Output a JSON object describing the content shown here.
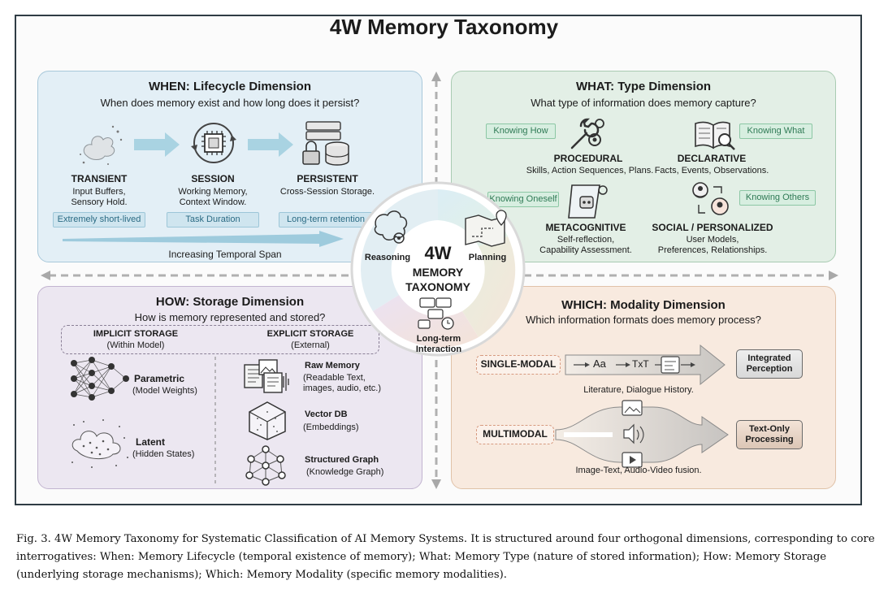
{
  "title": "4W Memory Taxonomy",
  "when": {
    "title": "WHEN: Lifecycle Dimension",
    "subtitle": "When does memory exist and how long does it persist?",
    "items": [
      {
        "name": "TRANSIENT",
        "desc1": "Input Buffers,",
        "desc2": "Sensory Hold.",
        "tag": "Extremely short-lived"
      },
      {
        "name": "SESSION",
        "desc1": "Working Memory,",
        "desc2": "Context Window.",
        "tag": "Task Duration"
      },
      {
        "name": "PERSISTENT",
        "desc1": "Cross-Session Storage.",
        "desc2": "",
        "tag": "Long-term retention"
      }
    ],
    "span_label": "Increasing Temporal Span"
  },
  "what": {
    "title": "WHAT: Type Dimension",
    "subtitle": "What type of information does memory capture?",
    "procedural": {
      "tag": "Knowing How",
      "name": "PROCEDURAL",
      "desc": "Skills, Action Sequences, Plans."
    },
    "declarative": {
      "tag": "Knowing What",
      "name": "DECLARATIVE",
      "desc": "Facts, Events, Observations."
    },
    "metacognitive": {
      "tag": "Knowing Oneself",
      "name": "METACOGNITIVE",
      "desc1": "Self-reflection,",
      "desc2": "Capability Assessment."
    },
    "social": {
      "tag": "Knowing Others",
      "name": "SOCIAL / PERSONALIZED",
      "desc1": "User Models,",
      "desc2": "Preferences, Relationships."
    }
  },
  "how": {
    "title": "HOW: Storage Dimension",
    "subtitle": "How is memory represented and stored?",
    "implicit": {
      "title": "IMPLICIT STORAGE",
      "sub": "(Within Model)"
    },
    "explicit": {
      "title": "EXPLICIT STORAGE",
      "sub": "(External)"
    },
    "parametric": {
      "name": "Parametric",
      "desc": "(Model Weights)"
    },
    "latent": {
      "name": "Latent",
      "desc": "(Hidden States)"
    },
    "raw": {
      "name": "Raw Memory",
      "desc1": "(Readable Text,",
      "desc2": "images, audio, etc.)"
    },
    "vector": {
      "name": "Vector DB",
      "desc": "(Embeddings)"
    },
    "graph": {
      "name": "Structured Graph",
      "desc": "(Knowledge Graph)"
    }
  },
  "which": {
    "title": "WHICH: Modality Dimension",
    "subtitle": "Which information formats does memory process?",
    "single": {
      "label": "SINGLE-MODAL",
      "aa": "Aa",
      "txt": "TxT",
      "output1": "Integrated",
      "output2": "Perception",
      "desc": "Literature, Dialogue History."
    },
    "multi": {
      "label": "MULTIMODAL",
      "output1": "Text-Only",
      "output2": "Processing",
      "desc": "Image-Text, Audio-Video fusion."
    }
  },
  "center": {
    "big": "4W",
    "line1": "MEMORY",
    "line2": "TAXONOMY",
    "reasoning": "Reasoning",
    "planning": "Planning",
    "interaction1": "Long-term",
    "interaction2": "Interaction"
  },
  "caption": "Fig. 3.  4W Memory Taxonomy for Systematic Classification of AI Memory Systems. It is structured around four orthogonal dimensions, corresponding to core interrogatives: When: Memory Lifecycle (temporal existence of memory); What: Memory Type (nature of stored information); How: Memory Storage (underlying storage mechanisms); Which: Memory Modality (specific memory modalities)."
}
